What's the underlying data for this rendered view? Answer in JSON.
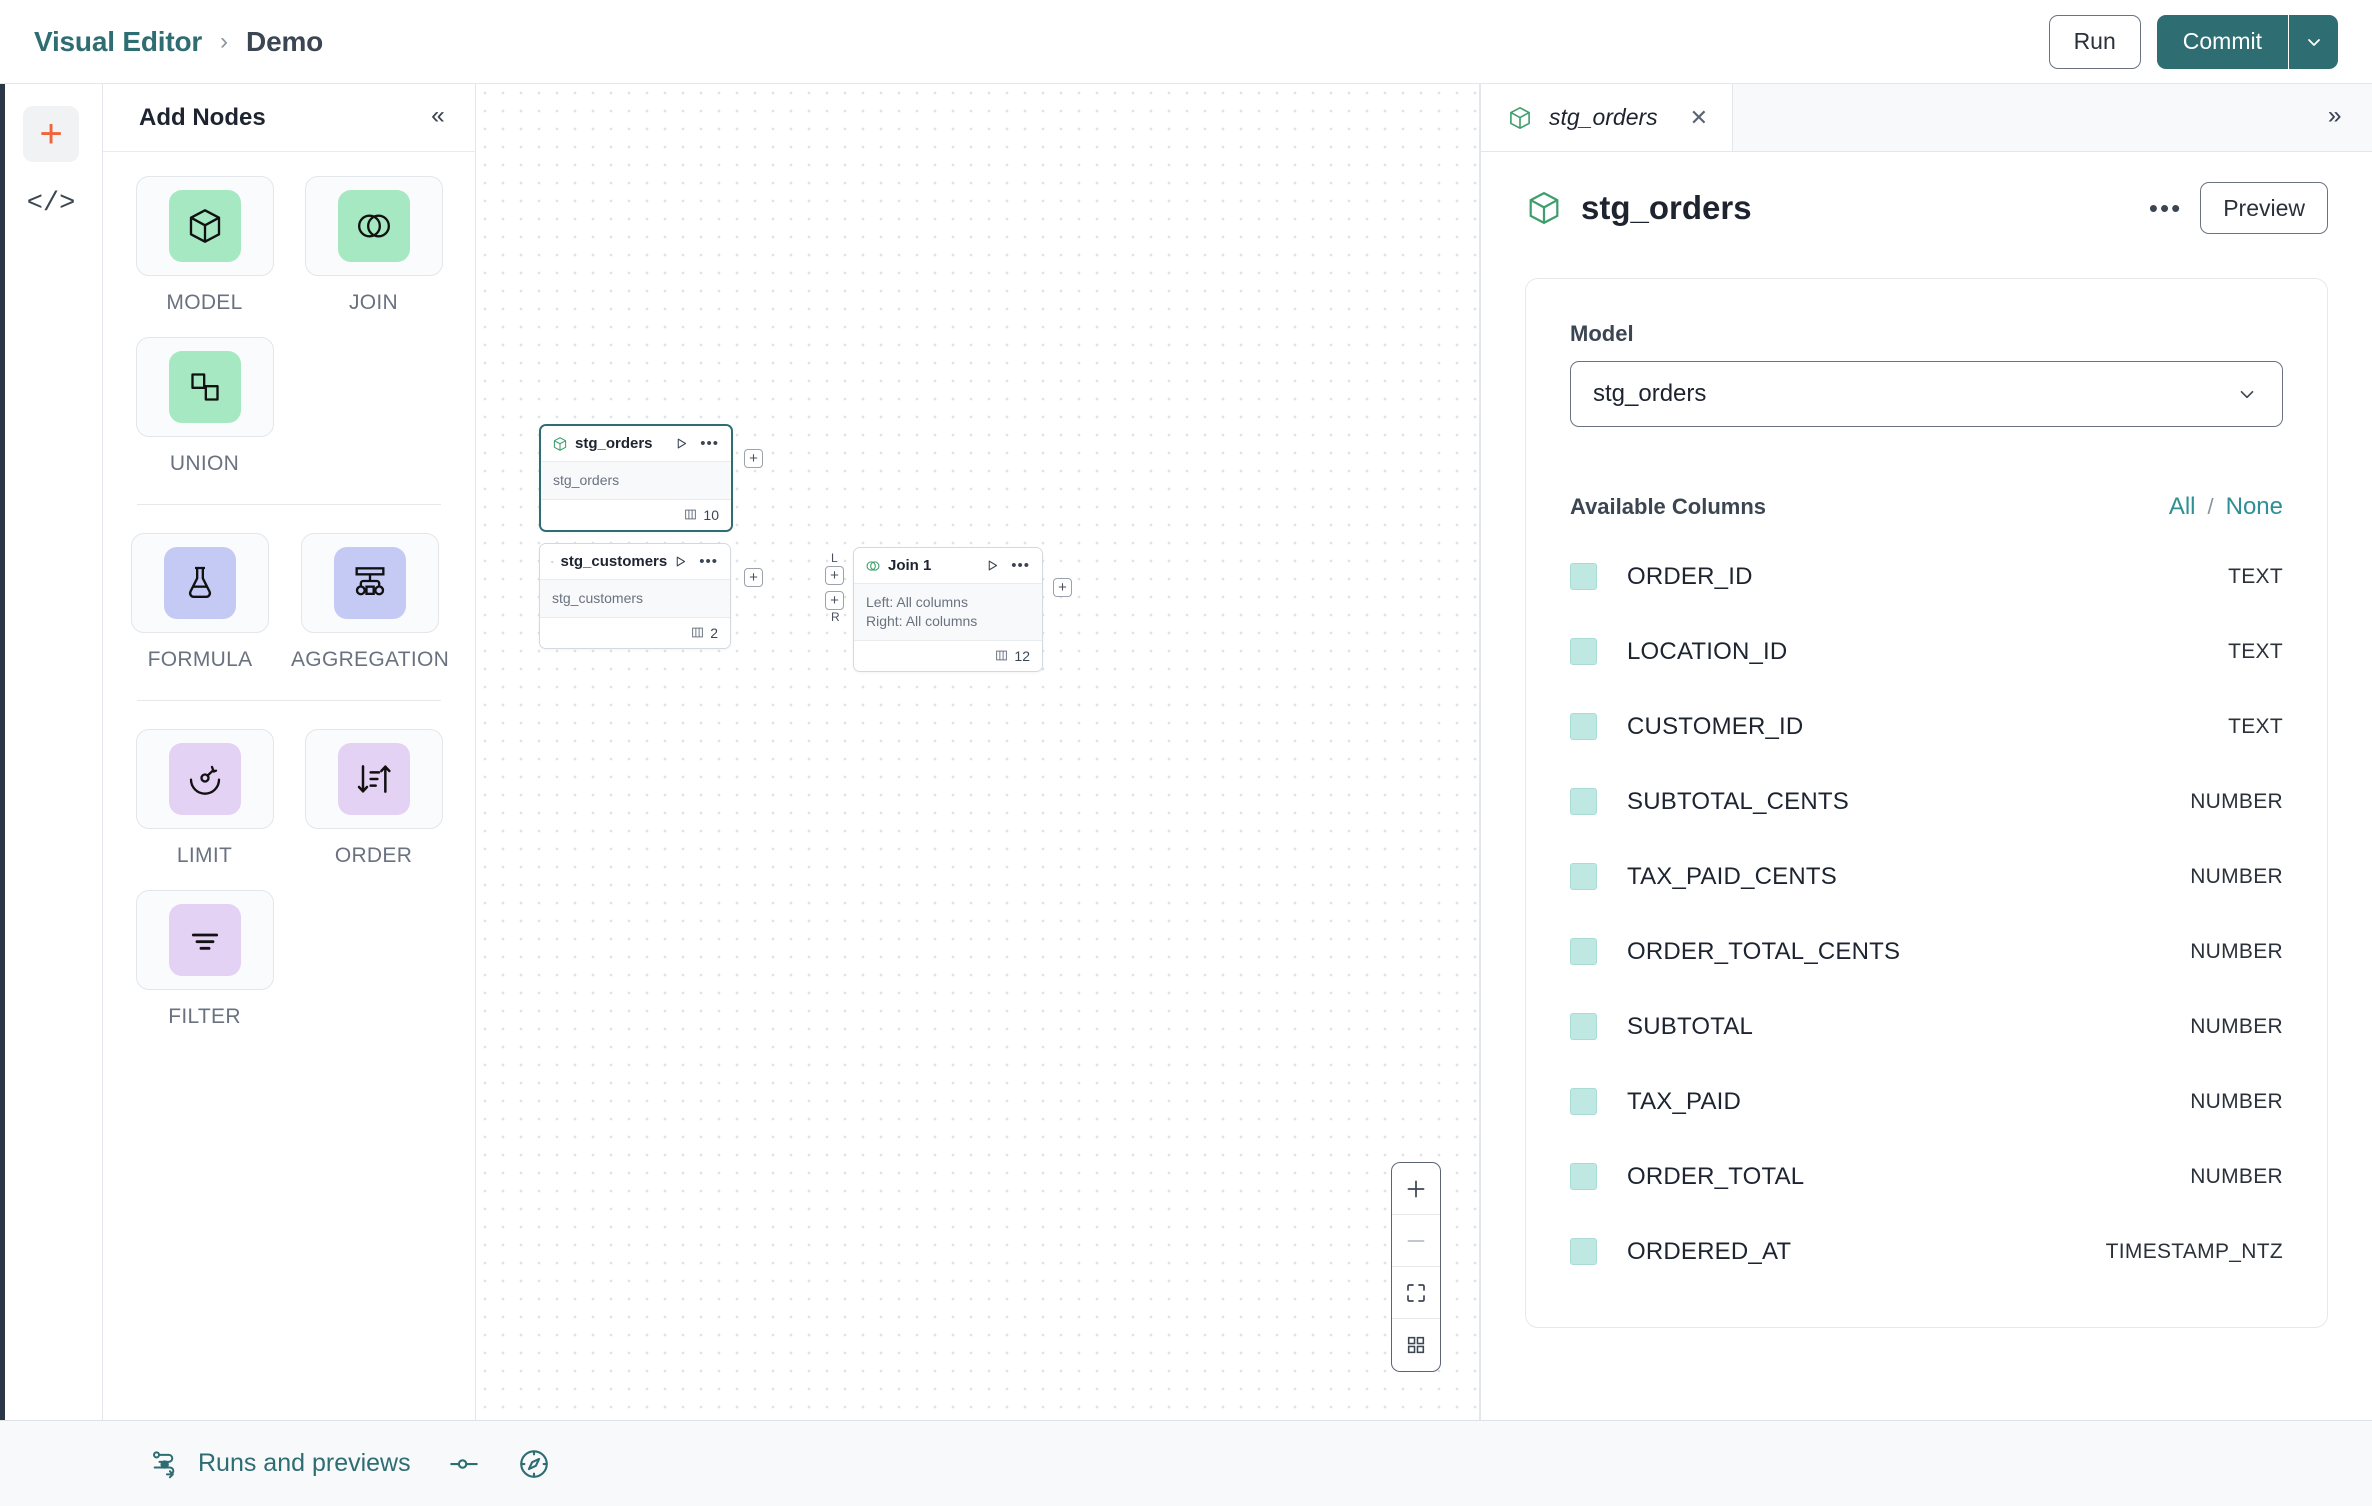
{
  "topbar": {
    "breadcrumb_root": "Visual Editor",
    "breadcrumb_sep": "›",
    "breadcrumb_current": "Demo",
    "run_label": "Run",
    "commit_label": "Commit"
  },
  "left_rail": {
    "add_icon": "plus-icon",
    "code_icon": "code-icon",
    "code_glyph": "</>"
  },
  "nodes_panel": {
    "title": "Add Nodes",
    "collapse_glyph": "«",
    "groups": [
      {
        "items": [
          {
            "label": "MODEL",
            "icon": "cube-icon",
            "tone": "green"
          },
          {
            "label": "JOIN",
            "icon": "venn-icon",
            "tone": "green"
          },
          {
            "label": "UNION",
            "icon": "union-icon",
            "tone": "green"
          }
        ]
      },
      {
        "items": [
          {
            "label": "FORMULA",
            "icon": "flask-icon",
            "tone": "blue"
          },
          {
            "label": "AGGREGATION",
            "icon": "aggregation-icon",
            "tone": "blue"
          }
        ]
      },
      {
        "items": [
          {
            "label": "LIMIT",
            "icon": "limit-icon",
            "tone": "purple"
          },
          {
            "label": "ORDER",
            "icon": "sort-icon",
            "tone": "purple"
          },
          {
            "label": "FILTER",
            "icon": "filter-icon",
            "tone": "purple"
          }
        ]
      }
    ]
  },
  "canvas": {
    "nodes": [
      {
        "id": "stg_orders",
        "title": "stg_orders",
        "icon": "cube-icon",
        "body_lines": [
          "stg_orders"
        ],
        "column_count": "10",
        "selected": true
      },
      {
        "id": "stg_customers",
        "title": "stg_customers",
        "icon": "cube-icon",
        "body_lines": [
          "stg_customers"
        ],
        "column_count": "2",
        "selected": false
      },
      {
        "id": "join_1",
        "title": "Join 1",
        "icon": "venn-icon",
        "body_lines": [
          "Left: All columns",
          "Right: All columns"
        ],
        "column_count": "12",
        "selected": false
      }
    ],
    "port_glyph": "+",
    "port_left_tag": "L",
    "port_right_tag": "R",
    "zoom_controls": [
      {
        "name": "zoom-in",
        "glyph": "+",
        "disabled": false
      },
      {
        "name": "zoom-out",
        "glyph": "−",
        "disabled": true
      },
      {
        "name": "fit-view",
        "glyph": "fit-icon",
        "disabled": false
      },
      {
        "name": "minimap",
        "glyph": "grid-icon",
        "disabled": false
      }
    ]
  },
  "right_panel": {
    "tab": {
      "label": "stg_orders",
      "icon": "cube-icon",
      "close_glyph": "✕"
    },
    "expand_glyph": "»",
    "header": {
      "title": "stg_orders",
      "icon": "cube-icon",
      "menu_glyph": "•••",
      "preview_label": "Preview"
    },
    "model_field": {
      "label": "Model",
      "value": "stg_orders"
    },
    "columns_section": {
      "title": "Available Columns",
      "all_label": "All",
      "separator": "/",
      "none_label": "None",
      "columns": [
        {
          "name": "ORDER_ID",
          "type": "TEXT",
          "checked": false
        },
        {
          "name": "LOCATION_ID",
          "type": "TEXT",
          "checked": false
        },
        {
          "name": "CUSTOMER_ID",
          "type": "TEXT",
          "checked": false
        },
        {
          "name": "SUBTOTAL_CENTS",
          "type": "NUMBER",
          "checked": false
        },
        {
          "name": "TAX_PAID_CENTS",
          "type": "NUMBER",
          "checked": false
        },
        {
          "name": "ORDER_TOTAL_CENTS",
          "type": "NUMBER",
          "checked": false
        },
        {
          "name": "SUBTOTAL",
          "type": "NUMBER",
          "checked": false
        },
        {
          "name": "TAX_PAID",
          "type": "NUMBER",
          "checked": false
        },
        {
          "name": "ORDER_TOTAL",
          "type": "NUMBER",
          "checked": false
        },
        {
          "name": "ORDERED_AT",
          "type": "TIMESTAMP_NTZ",
          "checked": false
        }
      ]
    }
  },
  "bottombar": {
    "runs_label": "Runs and previews",
    "runs_icon": "flow-icon",
    "toggle_icon": "slider-icon",
    "compass_icon": "compass-icon"
  },
  "colors": {
    "accent_teal": "#2e6d72",
    "accent_orange": "#f0633c",
    "green_tile": "#a5e8c1",
    "blue_tile": "#c5caf5",
    "purple_tile": "#e4d2f5",
    "checkbox_teal": "#bfe8e3"
  }
}
